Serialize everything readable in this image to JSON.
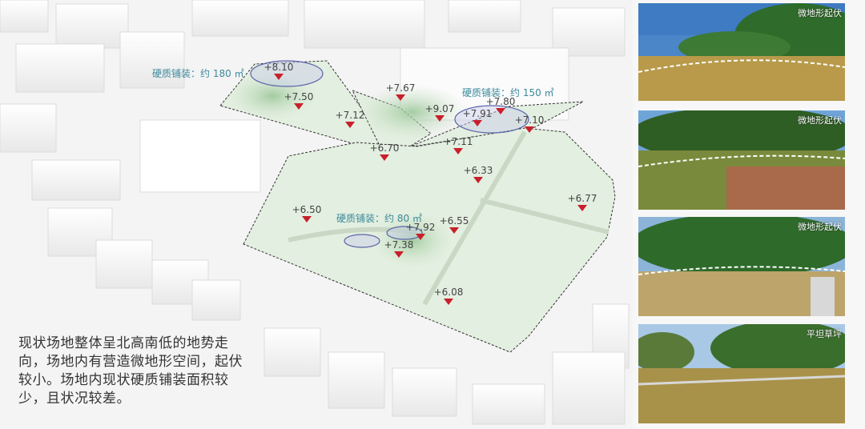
{
  "description": "现状场地整体呈北高南低的地势走向，场地内有营造微地形空间，起伏较小。场地内现状硬质铺装面积较少，且状况较差。",
  "paving_labels": [
    {
      "text": "硬质铺装：约 180 ㎡"
    },
    {
      "text": "硬质铺装：约 150 ㎡"
    },
    {
      "text": "硬质铺装：约 80 ㎡"
    }
  ],
  "elevations": [
    "+8.10",
    "+7.50",
    "+7.12",
    "+7.67",
    "+9.07",
    "+7.91",
    "+7.80",
    "+7.10",
    "+6.70",
    "+7.11",
    "+6.33",
    "+6.77",
    "+6.50",
    "+6.55",
    "+7.92",
    "+7.38",
    "+6.08"
  ],
  "photos": [
    {
      "caption": "微地形起伏"
    },
    {
      "caption": "微地形起伏"
    },
    {
      "caption": "微地形起伏"
    },
    {
      "caption": "平坦草坪"
    }
  ],
  "colors": {
    "marker": "#c8202a",
    "site_fill": "#e3efe0",
    "paving_ellipse": "#5a63a8",
    "paving_text": "#3d8a9c"
  }
}
